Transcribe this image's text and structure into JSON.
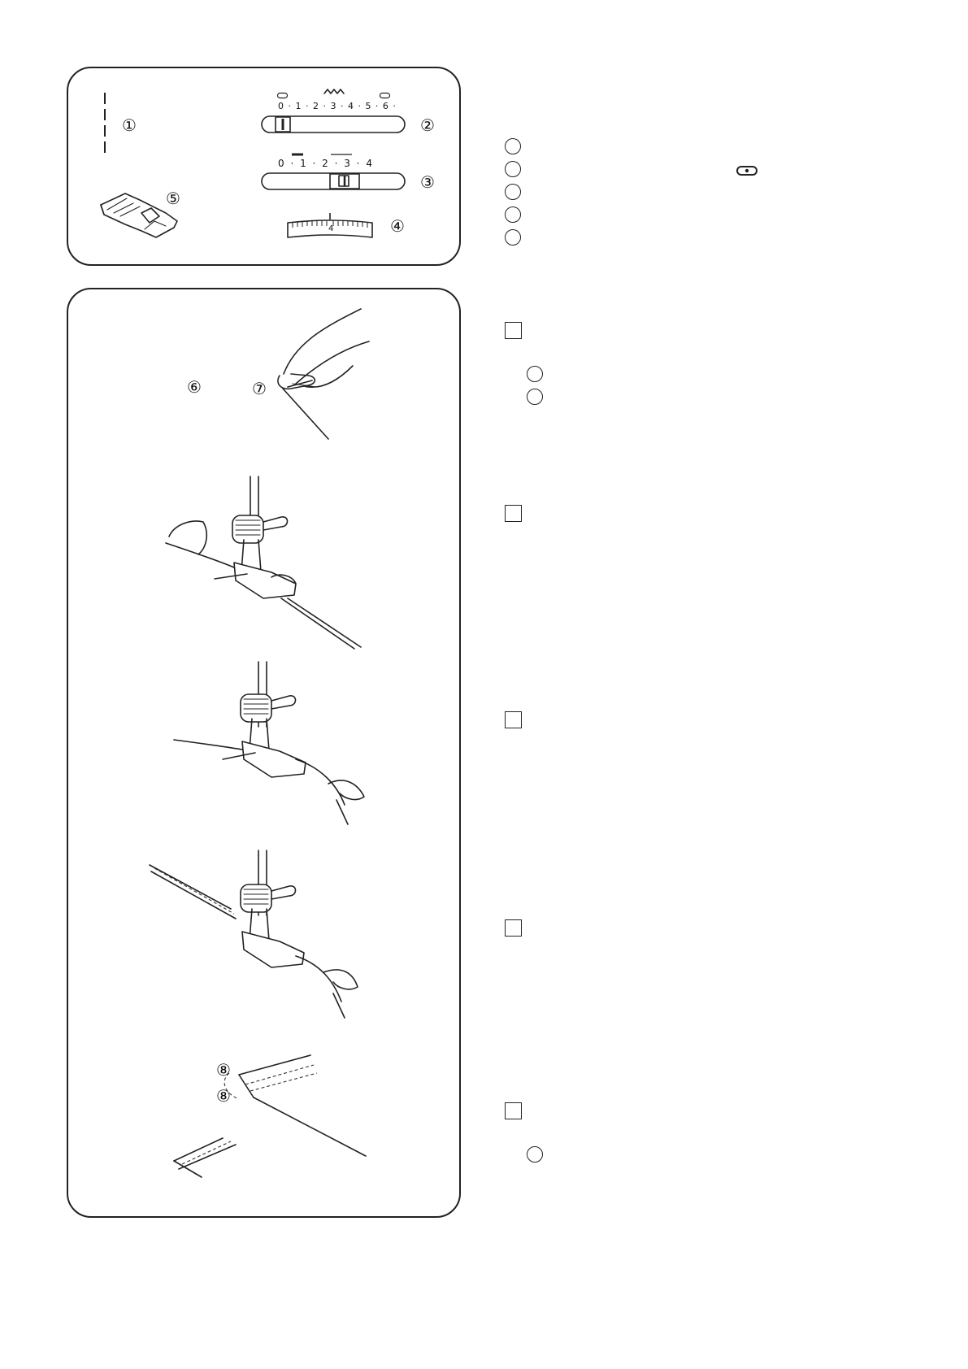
{
  "settings_panel": {
    "callout_1": "①",
    "callout_2": "②",
    "callout_3": "③",
    "callout_4": "④",
    "callout_5": "⑤",
    "stitch_width_scale": "0 · 1 · 2 · 3 · 4 · 5 · 6 ·",
    "stitch_length_scale": "0 · 1 · 2 · 3 · 4",
    "dial_value": "4"
  },
  "steps_panel": {
    "callout_6": "⑥",
    "callout_7": "⑦",
    "callout_8a": "⑧",
    "callout_8b": "⑧"
  }
}
